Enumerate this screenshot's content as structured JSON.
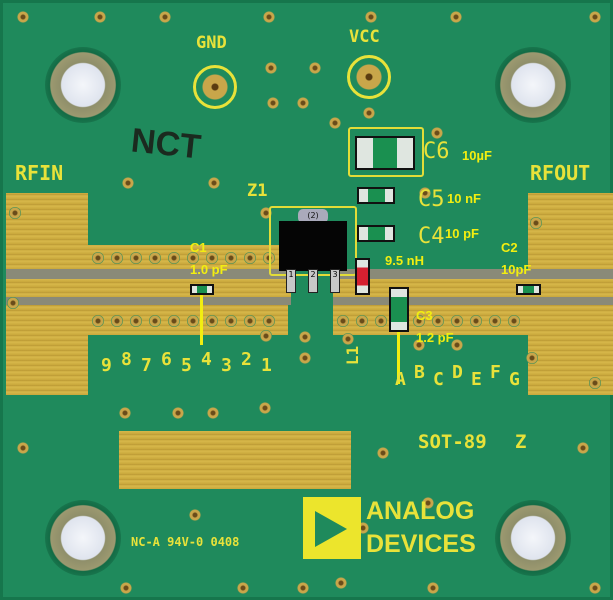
{
  "board": {
    "silkscreen": {
      "gnd": "GND",
      "vcc": "VCC",
      "nct": "NCT",
      "rfin": "RFIN",
      "rfout": "RFOUT",
      "z1": "Z1",
      "c6": "C6",
      "c5": "C5",
      "c4": "C4",
      "l1": "L1",
      "ic_tab": "(2)",
      "ic_pins": [
        "1",
        "2",
        "3"
      ],
      "numbers": [
        "9",
        "8",
        "7",
        "6",
        "5",
        "4",
        "3",
        "2",
        "1"
      ],
      "letters": [
        "A",
        "B",
        "C",
        "D",
        "E",
        "F",
        "G"
      ],
      "package": "SOT-89",
      "z": "Z",
      "fab_code": "NC-A 94V-0 0408"
    },
    "logo": {
      "line1": "ANALOG",
      "line2": "DEVICES"
    },
    "annotations": {
      "c1": {
        "ref": "C1",
        "value": "1.0 pF"
      },
      "c2": {
        "ref": "C2",
        "value": "10pF"
      },
      "c3": {
        "ref": "C3",
        "value": "1.2 pF"
      },
      "c4_value": "10 pF",
      "c5_value": "10 nF",
      "c6_value": "10µF",
      "l1_value": "9.5 nH"
    },
    "colors": {
      "solder_mask": "#1f8a5c",
      "copper": "#c9a73c",
      "silkscreen": "#e8e23a",
      "annotation": "#f2ee10",
      "inductor": "#d42030"
    }
  }
}
